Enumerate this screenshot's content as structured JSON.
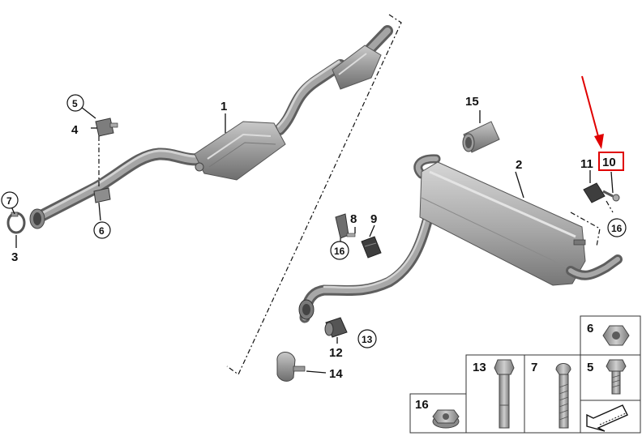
{
  "diagram": {
    "callouts": {
      "c1": "1",
      "c2": "2",
      "c3": "3",
      "c4": "4",
      "c5": "5",
      "c6": "6",
      "c7": "7",
      "c8": "8",
      "c9": "9",
      "c10": "10",
      "c11": "11",
      "c12": "12",
      "c13": "13",
      "c14": "14",
      "c15": "15",
      "c16a": "16",
      "c16b": "16"
    },
    "parts_grid": {
      "cell_6": "6",
      "cell_13": "13",
      "cell_7": "7",
      "cell_5": "5",
      "cell_16": "16"
    },
    "highlight_color": "#e00000",
    "part_color": "#8a8a8a"
  }
}
